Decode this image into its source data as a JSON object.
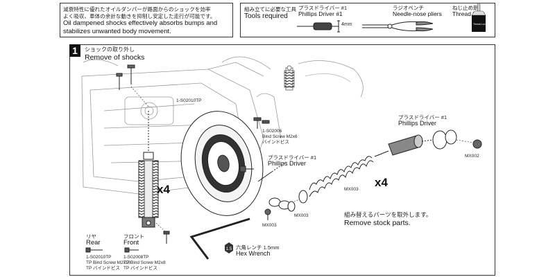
{
  "intro": {
    "jp_line1": "減衰特性に優れたオイルダンパーが路面からのショックを効率",
    "jp_line2": "よく吸収、車体の余計な動きを抑制し安定した走行が可能です。",
    "en_line1": "Oil dampened shocks effectively absorbs bumps and",
    "en_line2": "stabilizes unwanted body movement."
  },
  "tools": {
    "jp_title": "組み立てに必要な工具",
    "en_title": "Tools required",
    "driver_jp": "プラスドライバー #1",
    "driver_en": "Phillips Driver #1",
    "size": "4mm",
    "pliers_jp": "ラジオペンチ",
    "pliers_en": "Needle-nose pliers",
    "lock_jp": "ねじ止め剤",
    "lock_en": "Thread Lock",
    "lock_bottle_text": "Thread Lock"
  },
  "step": {
    "number": "1",
    "jp_title": "ショックの取り外し",
    "en_title": "Remove of shocks"
  },
  "labels": {
    "s02010tp_top": "1-S02010TP",
    "s02006_code": "1-S02006",
    "s02006_en": "Bind Screw M2x6",
    "s02006_jp": "バインドビス",
    "driver_mid_jp": "プラスドライバー #1",
    "driver_mid_en": "Phillips Driver",
    "driver_right_jp": "プラスドライバー #1",
    "driver_right_en": "Phillips Driver",
    "x4_left": "x4",
    "x4_right": "x4",
    "mx003_a": "MX003",
    "mx003_b": "MX003",
    "mx003_c": "MX003",
    "mx002": "MX002",
    "stock_jp": "組み替えるパーツを取外します。",
    "stock_en": "Remove stock parts.",
    "rear_jp": "リヤ",
    "rear_en": "Rear",
    "rear_code": "1-S02010TP",
    "rear_en2": "TP Bind Screw M2x10",
    "rear_jp2": "TP バインドビス",
    "front_jp": "フロント",
    "front_en": "Front",
    "front_code": "1-S02008TP",
    "front_en2": "TP Bind Screw M2x8",
    "front_jp2": "TP バインドビス",
    "hex_badge": "1.5",
    "hex_jp": "六角レンチ 1.5mm",
    "hex_en": "Hex Wrench"
  }
}
